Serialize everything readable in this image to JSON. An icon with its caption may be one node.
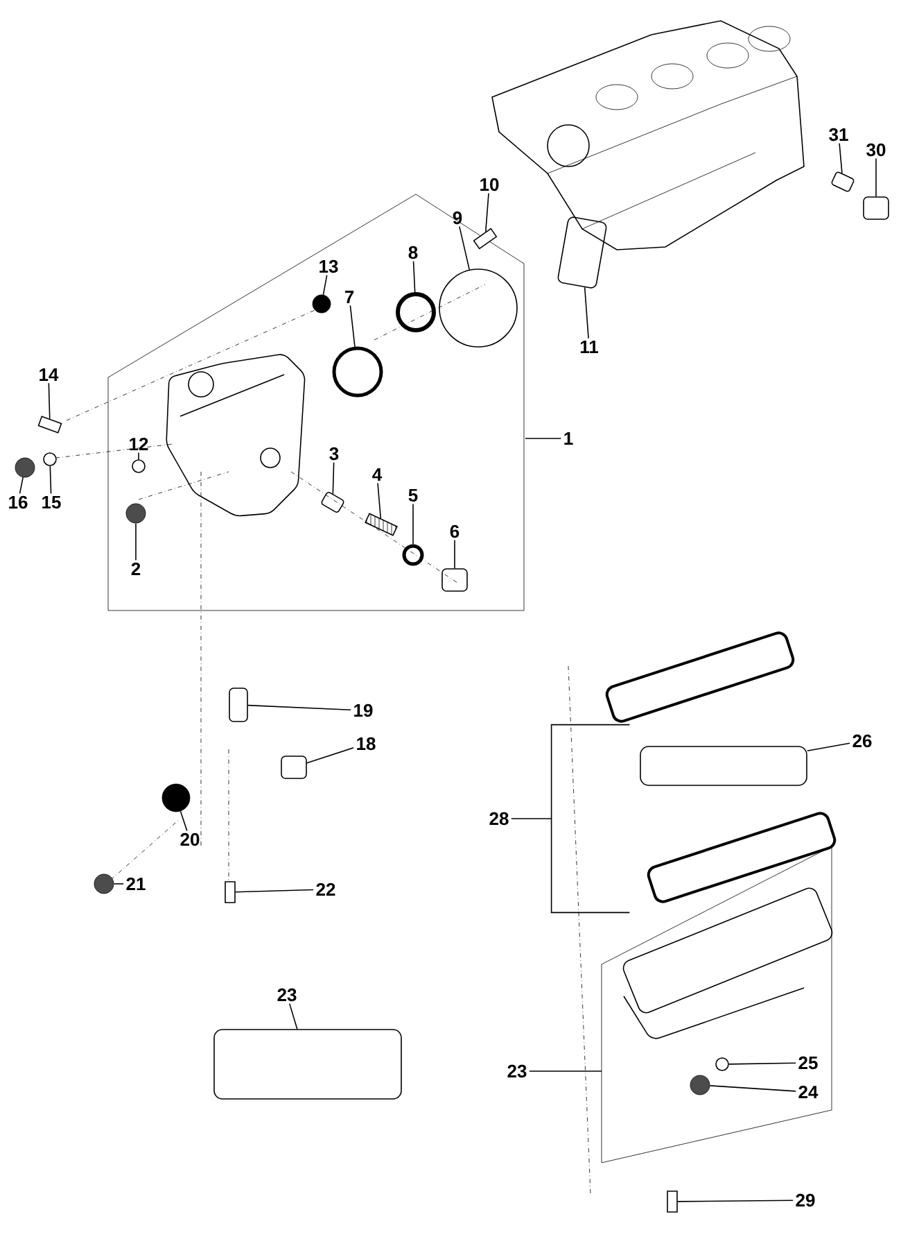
{
  "diagram": {
    "nodes": [
      {
        "text": [
          "10"
        ]
      },
      {
        "text": [],
        "shape": "box"
      },
      {
        "text": [
          "9"
        ]
      },
      {
        "text": [],
        "shape": "circle"
      },
      {
        "text": [
          "8"
        ]
      },
      {
        "text": [],
        "shape": "circle"
      },
      {
        "text": [
          "13"
        ]
      },
      {
        "text": [],
        "shape": "circle"
      },
      {
        "text": [
          "7"
        ]
      },
      {
        "text": [],
        "shape": "circle"
      },
      {
        "text": [
          "14"
        ]
      },
      {
        "text": [],
        "shape": "box"
      },
      {
        "text": [
          "12"
        ]
      },
      {
        "text": [],
        "shape": "circle"
      },
      {
        "text": [
          "16"
        ]
      },
      {
        "text": [],
        "shape": "circle"
      },
      {
        "text": [
          "15"
        ]
      },
      {
        "text": [],
        "shape": "circle"
      },
      {
        "text": [
          "2"
        ]
      },
      {
        "text": [],
        "shape": "circle"
      },
      {
        "text": [
          "3"
        ]
      },
      {
        "text": [],
        "shape": "box"
      },
      {
        "text": [
          "4"
        ]
      },
      {
        "text": [],
        "shape": "box"
      },
      {
        "text": [
          "5"
        ]
      },
      {
        "text": [],
        "shape": "circle"
      },
      {
        "text": [
          "6"
        ]
      },
      {
        "text": [],
        "shape": "box"
      },
      {
        "text": [
          "11"
        ]
      },
      {
        "text": [],
        "shape": "box"
      },
      {
        "text": [
          "1"
        ]
      },
      {
        "text": [
          "31"
        ]
      },
      {
        "text": [],
        "shape": "box"
      },
      {
        "text": [
          "30"
        ]
      },
      {
        "text": [],
        "shape": "box"
      },
      {
        "text": [
          "19"
        ]
      },
      {
        "text": [],
        "shape": "box"
      },
      {
        "text": [
          "18"
        ]
      },
      {
        "text": [],
        "shape": "box"
      },
      {
        "text": [
          "20"
        ]
      },
      {
        "text": [],
        "shape": "circle"
      },
      {
        "text": [
          "21"
        ]
      },
      {
        "text": [],
        "shape": "circle"
      },
      {
        "text": [
          "22"
        ]
      },
      {
        "text": [],
        "shape": "box"
      },
      {
        "text": [
          "23"
        ]
      },
      {
        "text": [],
        "shape": "box"
      },
      {
        "text": [
          "26"
        ]
      },
      {
        "text": [],
        "shape": "box"
      },
      {
        "text": [
          "28"
        ]
      },
      {
        "text": [
          "23"
        ]
      },
      {
        "text": [
          "25"
        ]
      },
      {
        "text": [],
        "shape": "circle"
      },
      {
        "text": [
          "24"
        ]
      },
      {
        "text": [],
        "shape": "circle"
      },
      {
        "text": [
          "29"
        ]
      },
      {
        "text": [],
        "shape": "box"
      },
      {
        "text": [],
        "shape": "bracket"
      }
    ],
    "edges": [
      {
        "from": 0,
        "to": 1,
        "arrow": "none"
      },
      {
        "from": 2,
        "to": 3,
        "arrow": "none"
      },
      {
        "from": 4,
        "to": 5,
        "arrow": "none"
      },
      {
        "from": 6,
        "to": 7,
        "arrow": "none"
      },
      {
        "from": 8,
        "to": 9,
        "arrow": "none"
      },
      {
        "from": 10,
        "to": 11,
        "arrow": "none"
      },
      {
        "from": 12,
        "to": 13,
        "arrow": "none"
      },
      {
        "from": 14,
        "to": 15,
        "arrow": "none"
      },
      {
        "from": 16,
        "to": 17,
        "arrow": "none"
      },
      {
        "from": 18,
        "to": 19,
        "arrow": "none"
      },
      {
        "from": 20,
        "to": 21,
        "arrow": "none"
      },
      {
        "from": 22,
        "to": 23,
        "arrow": "none"
      },
      {
        "from": 24,
        "to": 25,
        "arrow": "none"
      },
      {
        "from": 26,
        "to": 27,
        "arrow": "none"
      },
      {
        "from": 28,
        "to": 29,
        "arrow": "none"
      },
      {
        "from": 30,
        "to": null,
        "arrow": "none"
      },
      {
        "from": 31,
        "to": 32,
        "arrow": "none"
      },
      {
        "from": 33,
        "to": 34,
        "arrow": "none"
      },
      {
        "from": 35,
        "to": 36,
        "arrow": "none"
      },
      {
        "from": 37,
        "to": 38,
        "arrow": "none"
      },
      {
        "from": 39,
        "to": 40,
        "arrow": "none"
      },
      {
        "from": 41,
        "to": 42,
        "arrow": "none"
      },
      {
        "from": 43,
        "to": 44,
        "arrow": "none"
      },
      {
        "from": 45,
        "to": 46,
        "arrow": "none"
      },
      {
        "from": 47,
        "to": 48,
        "arrow": "none"
      },
      {
        "from": 49,
        "to": 57,
        "arrow": "none"
      },
      {
        "from": 50,
        "to": null,
        "arrow": "none"
      },
      {
        "from": 51,
        "to": 52,
        "arrow": "none"
      },
      {
        "from": 53,
        "to": 54,
        "arrow": "none"
      },
      {
        "from": 55,
        "to": 56,
        "arrow": "none"
      }
    ]
  }
}
